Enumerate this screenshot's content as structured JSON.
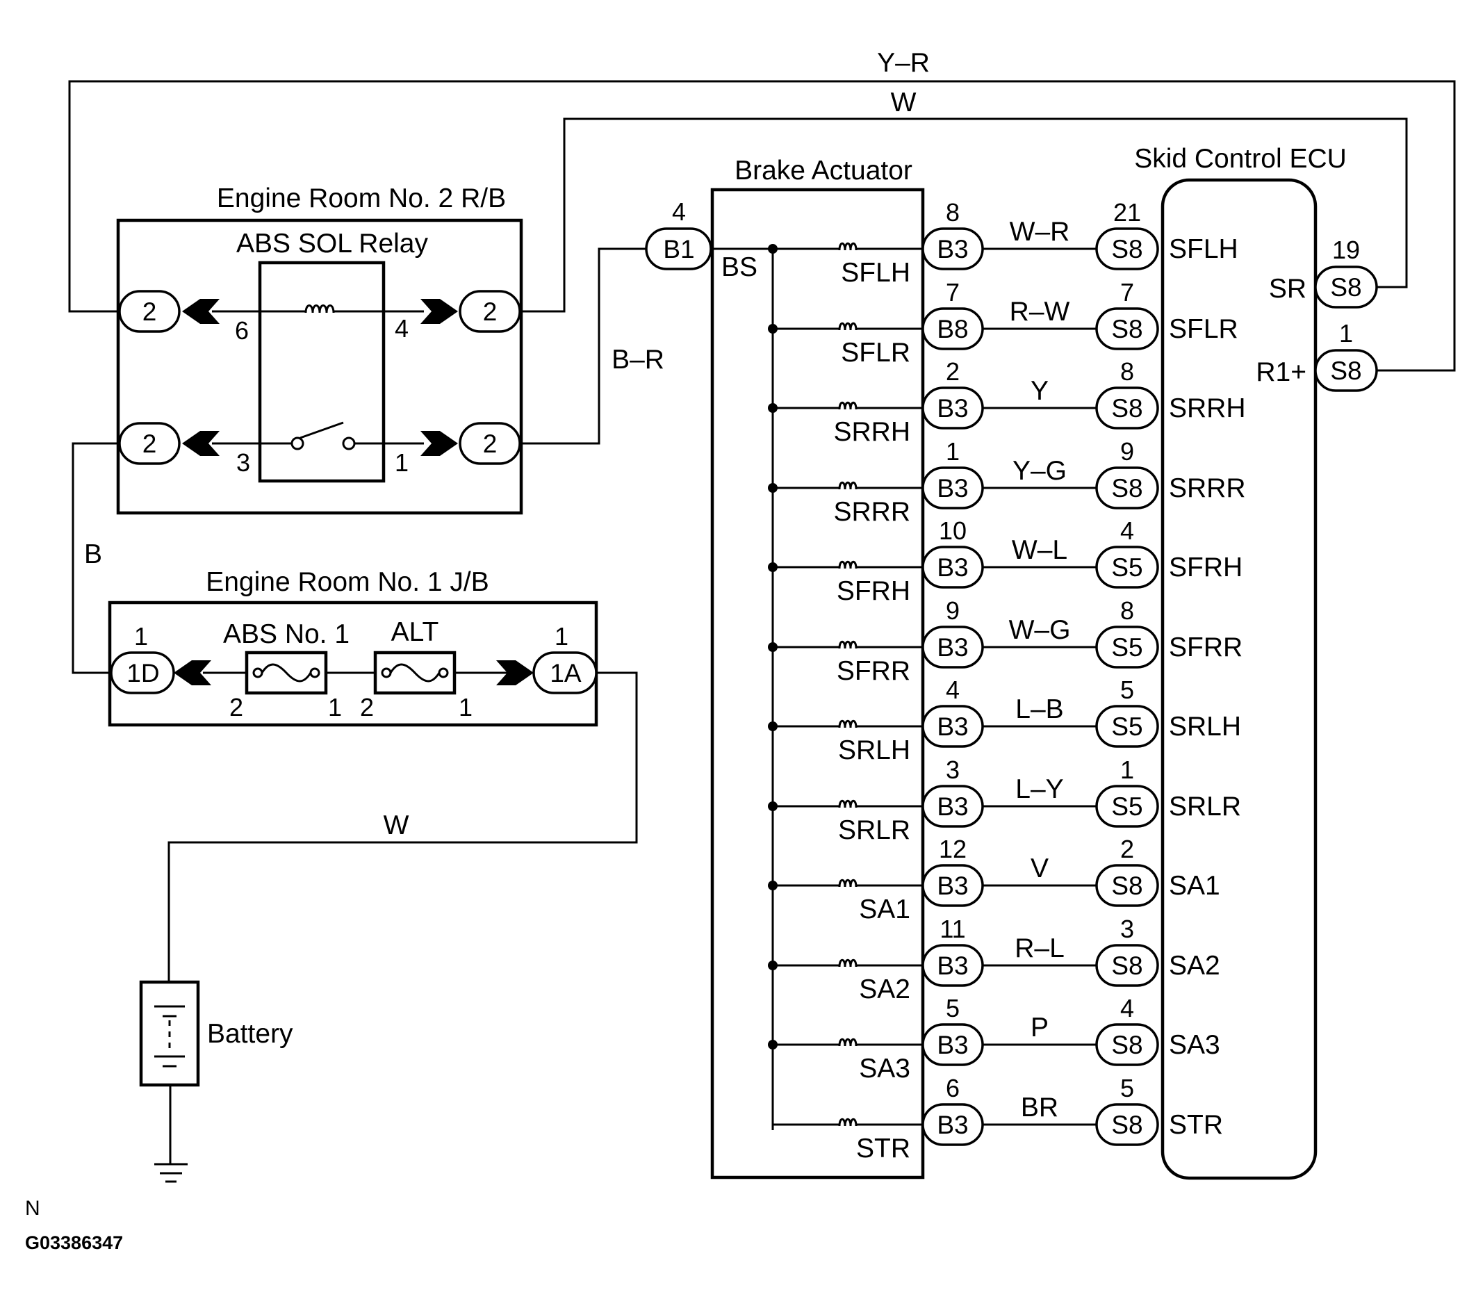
{
  "wire_colors": {
    "top_outer": "Y–R",
    "top_inner": "W",
    "relay_to_actuator": "B–R",
    "relay_to_jb": "B",
    "battery": "W"
  },
  "engine_room_rb": {
    "title": "Engine Room No. 2 R/B",
    "relay_title": "ABS SOL Relay",
    "connector": "2",
    "pins": [
      "6",
      "4",
      "3",
      "1"
    ]
  },
  "engine_room_jb": {
    "title": "Engine Room No. 1 J/B",
    "fuse1": "ABS No. 1",
    "fuse2": "ALT",
    "left_conn": "1D",
    "right_conn": "1A",
    "left_pin": "1",
    "right_pin": "1",
    "fuse1_pins": [
      "2",
      "1"
    ],
    "fuse2_pins": [
      "2",
      "1"
    ]
  },
  "battery": {
    "label": "Battery"
  },
  "actuator": {
    "title": "Brake Actuator",
    "bs_label": "BS",
    "b1_connector": "B1",
    "b1_pin": "4"
  },
  "ecu": {
    "title": "Skid Control ECU",
    "sr": {
      "label": "SR",
      "conn": "S8",
      "pin": "19"
    },
    "r1": {
      "label": "R1+",
      "conn": "S8",
      "pin": "1"
    }
  },
  "rows": [
    {
      "sol": "SFLH",
      "aconn": "B3",
      "apin": "8",
      "wire": "W–R",
      "econn": "S8",
      "epin": "21",
      "esig": "SFLH"
    },
    {
      "sol": "SFLR",
      "aconn": "B8",
      "apin": "7",
      "wire": "R–W",
      "econn": "S8",
      "epin": "7",
      "esig": "SFLR"
    },
    {
      "sol": "SRRH",
      "aconn": "B3",
      "apin": "2",
      "wire": "Y",
      "econn": "S8",
      "epin": "8",
      "esig": "SRRH"
    },
    {
      "sol": "SRRR",
      "aconn": "B3",
      "apin": "1",
      "wire": "Y–G",
      "econn": "S8",
      "epin": "9",
      "esig": "SRRR"
    },
    {
      "sol": "SFRH",
      "aconn": "B3",
      "apin": "10",
      "wire": "W–L",
      "econn": "S5",
      "epin": "4",
      "esig": "SFRH"
    },
    {
      "sol": "SFRR",
      "aconn": "B3",
      "apin": "9",
      "wire": "W–G",
      "econn": "S5",
      "epin": "8",
      "esig": "SFRR"
    },
    {
      "sol": "SRLH",
      "aconn": "B3",
      "apin": "4",
      "wire": "L–B",
      "econn": "S5",
      "epin": "5",
      "esig": "SRLH"
    },
    {
      "sol": "SRLR",
      "aconn": "B3",
      "apin": "3",
      "wire": "L–Y",
      "econn": "S5",
      "epin": "1",
      "esig": "SRLR"
    },
    {
      "sol": "SA1",
      "aconn": "B3",
      "apin": "12",
      "wire": "V",
      "econn": "S8",
      "epin": "2",
      "esig": "SA1"
    },
    {
      "sol": "SA2",
      "aconn": "B3",
      "apin": "11",
      "wire": "R–L",
      "econn": "S8",
      "epin": "3",
      "esig": "SA2"
    },
    {
      "sol": "SA3",
      "aconn": "B3",
      "apin": "5",
      "wire": "P",
      "econn": "S8",
      "epin": "4",
      "esig": "SA3"
    },
    {
      "sol": "STR",
      "aconn": "B3",
      "apin": "6",
      "wire": "BR",
      "econn": "S8",
      "epin": "5",
      "esig": "STR"
    }
  ],
  "footer": {
    "code": "N",
    "figure_id": "G03386347"
  }
}
